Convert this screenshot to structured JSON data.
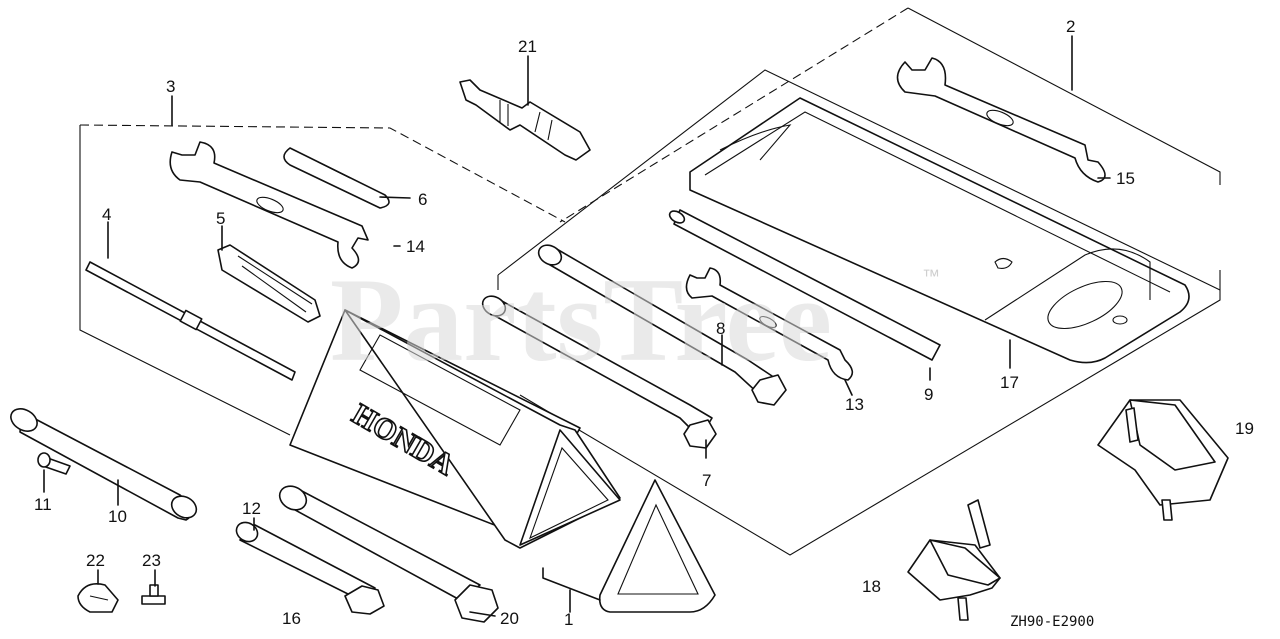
{
  "watermark": {
    "text": "PartsTree",
    "trademark": "™"
  },
  "drawing_code": "ZH90-E2900",
  "brand_mark": "HONDA",
  "parts": {
    "p1": "1",
    "p2": "2",
    "p3": "3",
    "p4": "4",
    "p5": "5",
    "p6": "6",
    "p7": "7",
    "p8": "8",
    "p9": "9",
    "p10": "10",
    "p11": "11",
    "p12": "12",
    "p13": "13",
    "p14": "14",
    "p15": "15",
    "p16": "16",
    "p17": "17",
    "p18": "18",
    "p19": "19",
    "p20": "20",
    "p21": "21",
    "p22": "22",
    "p23": "23"
  }
}
